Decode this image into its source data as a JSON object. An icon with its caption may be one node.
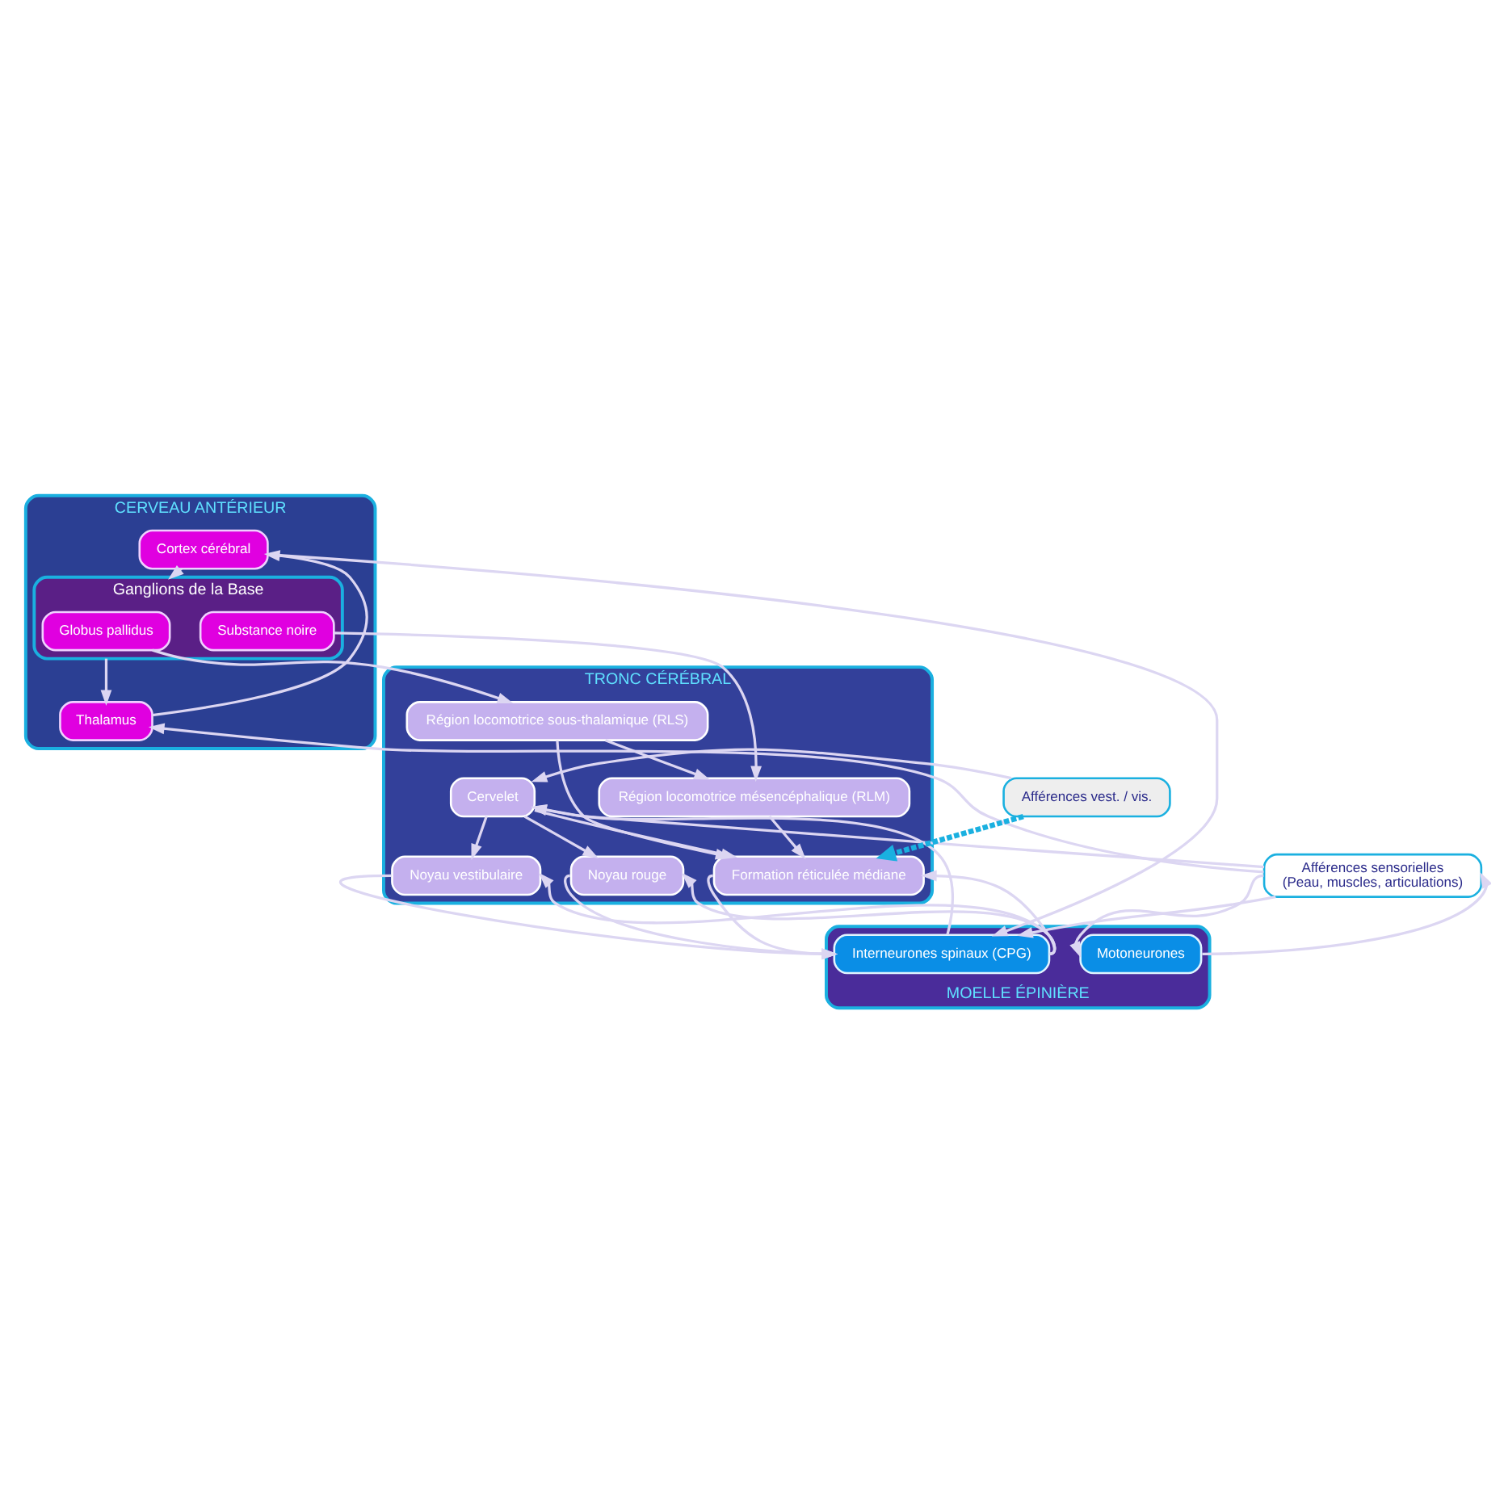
{
  "diagram": {
    "nodes": [
      {
        "text": [
          "CERVEAU ANTÉRIEUR"
        ]
      },
      {
        "text": [
          "Cortex cérébral"
        ],
        "in": 0
      },
      {
        "text": [
          "Ganglions de la Base"
        ],
        "in": 0
      },
      {
        "text": [
          "Globus pallidus"
        ],
        "in": 2
      },
      {
        "text": [
          "Substance noire"
        ],
        "in": 2
      },
      {
        "text": [
          "Thalamus"
        ],
        "in": 0
      },
      {
        "text": [
          "TRONC CÉRÉBRAL"
        ]
      },
      {
        "text": [
          "Région locomotrice sous-thalamique (RLS)"
        ],
        "in": 6
      },
      {
        "text": [
          "Cervelet"
        ],
        "in": 6
      },
      {
        "text": [
          "Noyau rouge"
        ],
        "in": 6
      },
      {
        "text": [
          "Région locomotrice mésencéphalique (RLM)"
        ],
        "in": 6
      },
      {
        "text": [
          "Noyau vestibulaire"
        ],
        "in": 6
      },
      {
        "text": [
          "Formation réticulée médiane"
        ],
        "in": 6
      },
      {
        "text": [
          "MOELLE ÉPINIÈRE"
        ]
      },
      {
        "text": [
          "Interneurones spinaux (CPG)"
        ],
        "in": 13
      },
      {
        "text": [
          "Motoneurones"
        ],
        "in": 13
      },
      {
        "text": [
          "Afférences sensorielles",
          "(Peau, muscles, articulations)"
        ]
      },
      {
        "text": [
          "Afférences vest. / vis."
        ]
      }
    ],
    "edges": [
      {
        "from": 1,
        "to": 2,
        "arrow": "to"
      },
      {
        "from": 2,
        "to": 5,
        "arrow": "to"
      },
      {
        "from": 5,
        "to": 1,
        "arrow": "to"
      },
      {
        "from": 1,
        "to": 14,
        "arrow": "to"
      },
      {
        "from": 3,
        "to": 7,
        "arrow": "to"
      },
      {
        "from": 4,
        "to": 10,
        "arrow": "to"
      },
      {
        "from": 7,
        "to": 10,
        "arrow": "to"
      },
      {
        "from": 7,
        "to": 12,
        "arrow": "to"
      },
      {
        "from": 10,
        "to": 12,
        "arrow": "to"
      },
      {
        "from": 12,
        "to": 14,
        "arrow": "to"
      },
      {
        "from": 14,
        "to": 12,
        "arrow": "to"
      },
      {
        "from": 8,
        "to": 12,
        "arrow": "to"
      },
      {
        "from": 8,
        "to": 11,
        "arrow": "to"
      },
      {
        "from": 8,
        "to": 9,
        "arrow": "to"
      },
      {
        "from": 9,
        "to": 14,
        "arrow": "to"
      },
      {
        "from": 14,
        "to": 9,
        "arrow": "to"
      },
      {
        "from": 11,
        "to": 14,
        "arrow": "to"
      },
      {
        "from": 14,
        "to": 11,
        "arrow": "to"
      },
      {
        "from": 14,
        "to": 8,
        "arrow": "to"
      },
      {
        "from": 16,
        "to": 5,
        "arrow": "to"
      },
      {
        "from": 16,
        "to": 8,
        "arrow": "to"
      },
      {
        "from": 17,
        "to": 8,
        "arrow": "to"
      },
      {
        "from": 17,
        "to": 12,
        "arrow": "to",
        "style": "dashed",
        "color": "#1ab0e0"
      },
      {
        "from": 16,
        "to": 14,
        "arrow": "to"
      },
      {
        "from": 16,
        "to": 15,
        "arrow": "to"
      },
      {
        "from": 15,
        "to": 16,
        "arrow": "to"
      }
    ]
  }
}
